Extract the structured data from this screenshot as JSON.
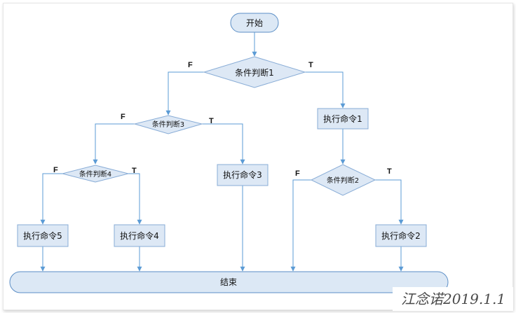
{
  "diagram": {
    "start": "开始",
    "end": "结束",
    "conditions": {
      "c1": "条件判断1",
      "c2": "条件判断2",
      "c3": "条件判断3",
      "c4": "条件判断4"
    },
    "commands": {
      "cmd1": "执行命令1",
      "cmd2": "执行命令2",
      "cmd3": "执行命令3",
      "cmd4": "执行命令4",
      "cmd5": "执行命令5"
    },
    "labels": {
      "true": "T",
      "false": "F"
    }
  },
  "watermark": "江念诺2019.1.1",
  "colors": {
    "line": "#5b9bd5",
    "box_fill": "#dde8f5",
    "box_stroke": "#88acd6",
    "terminal_fill": "#dce8f5",
    "terminal_stroke": "#5b8ec6"
  }
}
